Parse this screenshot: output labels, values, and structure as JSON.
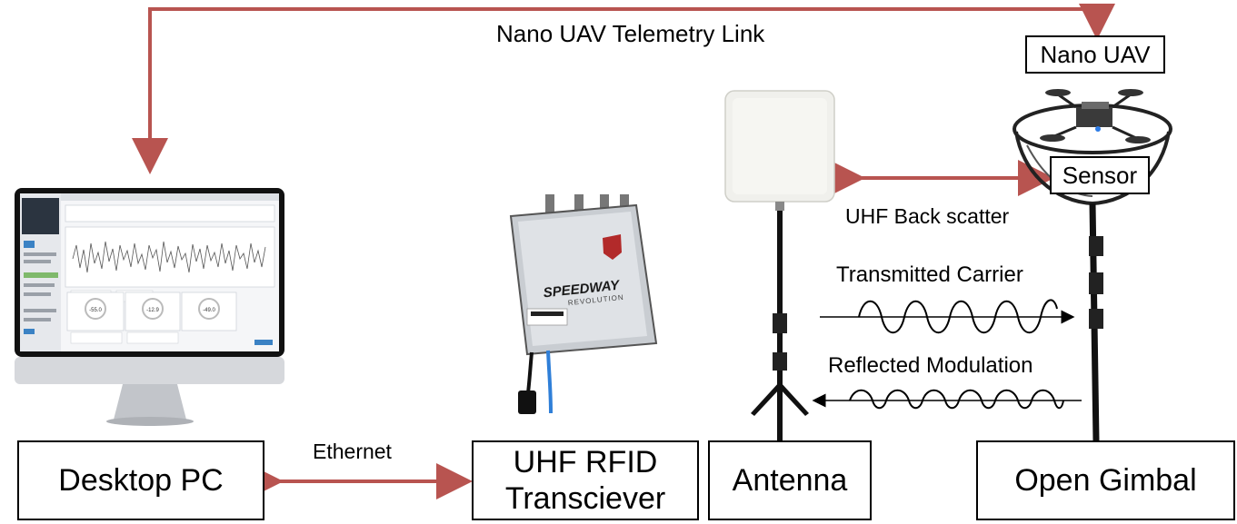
{
  "colors": {
    "arrow": "#b85450",
    "panel_fill": "#f4c6c6",
    "panel_border": "#c98a8a"
  },
  "links": {
    "telemetry": "Nano UAV Telemetry Link",
    "ethernet": "Ethernet",
    "backscatter": "UHF Back scatter"
  },
  "blocks": {
    "desktop_pc": "Desktop PC",
    "transceiver_line1": "UHF RFID",
    "transceiver_line2": "Transciever",
    "antenna": "Antenna",
    "open_gimbal": "Open Gimbal",
    "nano_uav": "Nano UAV",
    "sensor": "Sensor"
  },
  "signals": {
    "transmitted": "Transmitted Carrier",
    "reflected": "Reflected Modulation"
  },
  "devices": {
    "reader_brand": "SPEEDWAY",
    "reader_model": "REVOLUTION",
    "monitor_readings": [
      "-55.0",
      "-12.9",
      "-49.0"
    ]
  }
}
